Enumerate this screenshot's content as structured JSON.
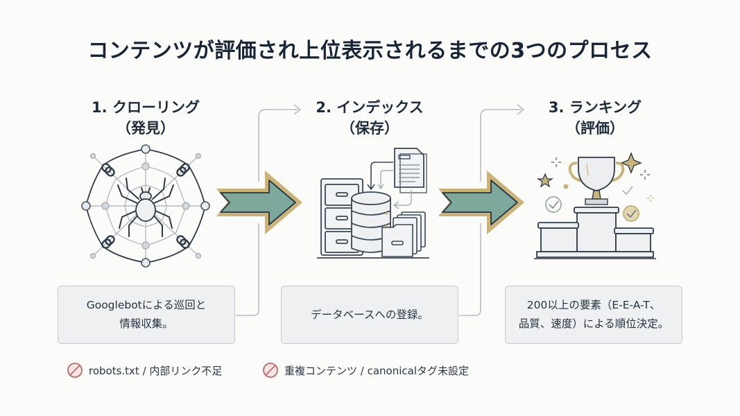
{
  "title": "コンテンツが評価され上位表示されるまでの3つのプロセス",
  "steps": [
    {
      "title_line1": "1. クローリング",
      "title_line2": "（発見）",
      "illustration": "spider-web-icon",
      "description": "Googlebotによる巡回と\n情報収集。",
      "warning": "robots.txt / 内部リンク不足",
      "warning_icon": "prohibited-icon"
    },
    {
      "title_line1": "2. インデックス",
      "title_line2": "（保存）",
      "illustration": "database-storage-icon",
      "description": "データベースへの登録。",
      "warning": "重複コンテンツ / canonicalタグ未設定",
      "warning_icon": "prohibited-icon"
    },
    {
      "title_line1": "3. ランキング",
      "title_line2": "（評価）",
      "illustration": "trophy-podium-icon",
      "description": "200以上の要素（E-E-A-T、\n品質、速度）による順位決定。"
    }
  ],
  "colors": {
    "title": "#172536",
    "arrow_fill": "#7fa89c",
    "arrow_border": "#c9b37a",
    "arrow_outline": "#26343f",
    "box_bg": "#eef0f2",
    "box_border": "#c6cacf",
    "connector": "#b8bcc1",
    "warning": "#b86a6a",
    "accent_gold": "#c9b37a"
  }
}
